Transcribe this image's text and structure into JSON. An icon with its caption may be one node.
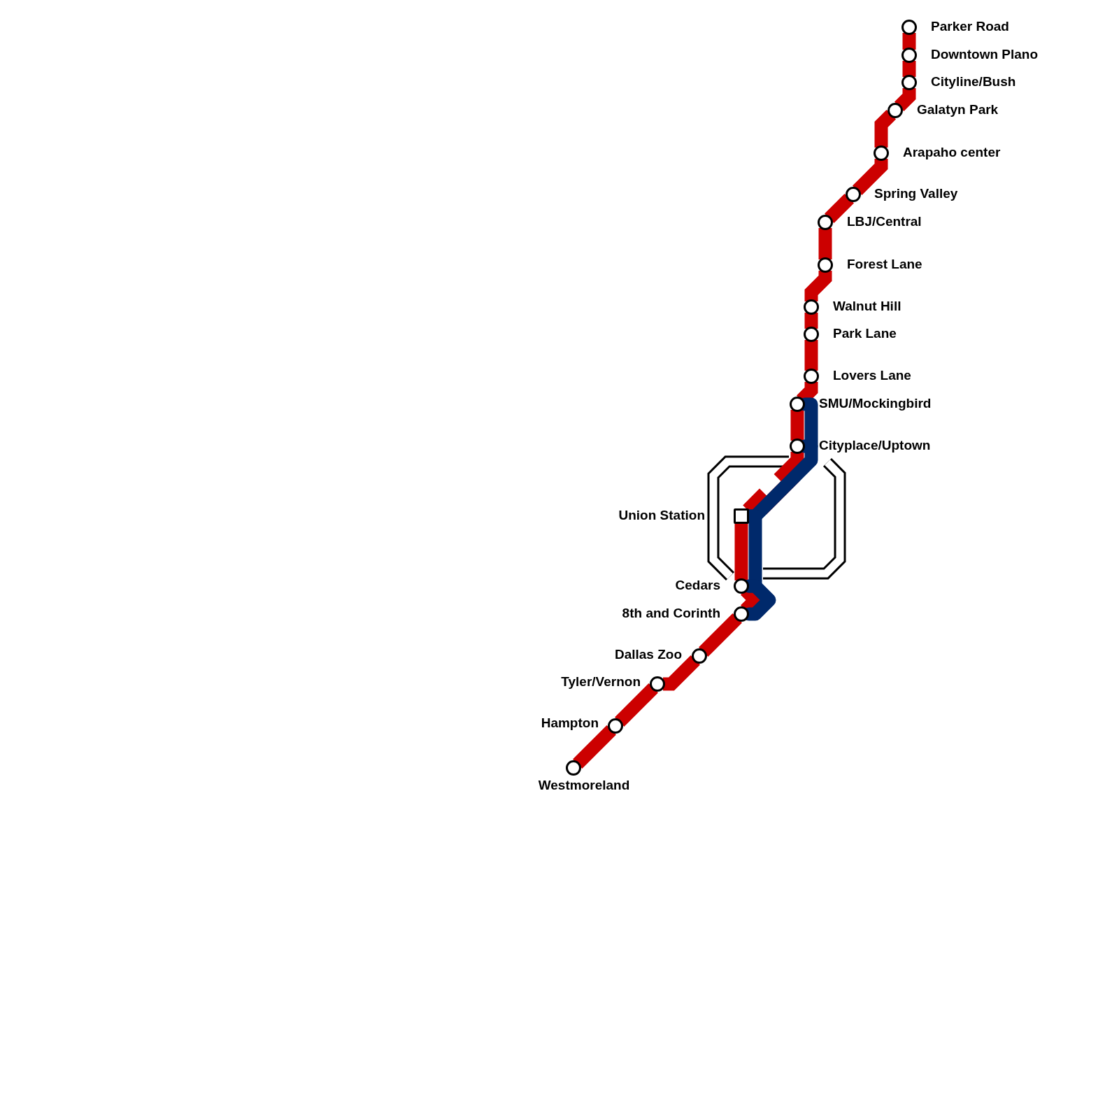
{
  "diagram": {
    "nodes": [
      {
        "text": [],
        "shape": "circle",
        "beside": [
          "Parker Road"
        ]
      },
      {
        "text": [],
        "shape": "circle",
        "beside": [
          "Downtown Plano"
        ]
      },
      {
        "text": [],
        "shape": "circle",
        "beside": [
          "Cityline/Bush"
        ]
      },
      {
        "text": [],
        "shape": "circle",
        "beside": [
          "Galatyn Park"
        ]
      },
      {
        "text": [],
        "shape": "circle",
        "beside": [
          "Arapaho center"
        ]
      },
      {
        "text": [],
        "shape": "circle",
        "beside": [
          "Spring Valley"
        ]
      },
      {
        "text": [],
        "shape": "circle",
        "beside": [
          "LBJ/Central"
        ]
      },
      {
        "text": [],
        "shape": "circle",
        "beside": [
          "Forest Lane"
        ]
      },
      {
        "text": [],
        "shape": "circle",
        "beside": [
          "Walnut Hill"
        ]
      },
      {
        "text": [],
        "shape": "circle",
        "beside": [
          "Park Lane"
        ]
      },
      {
        "text": [],
        "shape": "circle",
        "beside": [
          "Lovers Lane"
        ]
      },
      {
        "text": [],
        "shape": "circle",
        "beside": [
          "SMU/Mockingbird"
        ]
      },
      {
        "text": [],
        "shape": "circle",
        "beside": [
          "Cityplace/Uptown"
        ]
      },
      {
        "text": [],
        "shape": "box",
        "beside": [
          "Union Station"
        ]
      },
      {
        "text": [],
        "shape": "circle",
        "beside": [
          "Cedars"
        ]
      },
      {
        "text": [],
        "shape": "circle",
        "beside": [
          "8th and Corinth"
        ]
      },
      {
        "text": [],
        "shape": "circle",
        "beside": [
          "Dallas Zoo"
        ]
      },
      {
        "text": [],
        "shape": "circle",
        "beside": [
          "Tyler/Vernon"
        ]
      },
      {
        "text": [],
        "shape": "circle",
        "beside": [
          "Hampton"
        ]
      },
      {
        "text": [],
        "shape": "circle",
        "beside": [
          "Westmoreland"
        ]
      }
    ],
    "edges": [
      {
        "from": 0,
        "to": 1,
        "arrow": "none"
      },
      {
        "from": 1,
        "to": 2,
        "arrow": "none"
      },
      {
        "from": 2,
        "to": 3,
        "arrow": "none"
      },
      {
        "from": 3,
        "to": 4,
        "arrow": "none"
      },
      {
        "from": 4,
        "to": 5,
        "arrow": "none"
      },
      {
        "from": 5,
        "to": 6,
        "arrow": "none"
      },
      {
        "from": 6,
        "to": 7,
        "arrow": "none"
      },
      {
        "from": 7,
        "to": 8,
        "arrow": "none"
      },
      {
        "from": 8,
        "to": 9,
        "arrow": "none"
      },
      {
        "from": 9,
        "to": 10,
        "arrow": "none"
      },
      {
        "from": 10,
        "to": 11,
        "arrow": "none"
      },
      {
        "from": 11,
        "to": 12,
        "arrow": "none"
      },
      {
        "from": 12,
        "to": 13,
        "arrow": "none"
      },
      {
        "from": 13,
        "to": 14,
        "arrow": "none"
      },
      {
        "from": 14,
        "to": 15,
        "arrow": "none"
      },
      {
        "from": 15,
        "to": 16,
        "arrow": "none"
      },
      {
        "from": 16,
        "to": 17,
        "arrow": "none"
      },
      {
        "from": 17,
        "to": 18,
        "arrow": "none"
      },
      {
        "from": 18,
        "to": 19,
        "arrow": "none"
      },
      {
        "from": 11,
        "to": 12,
        "arrow": "none",
        "color": "#00296b"
      },
      {
        "from": 12,
        "to": 13,
        "arrow": "none",
        "color": "#00296b"
      },
      {
        "from": 13,
        "to": 14,
        "arrow": "none",
        "color": "#00296b"
      },
      {
        "from": 14,
        "to": 15,
        "arrow": "none",
        "color": "#00296b"
      }
    ]
  }
}
